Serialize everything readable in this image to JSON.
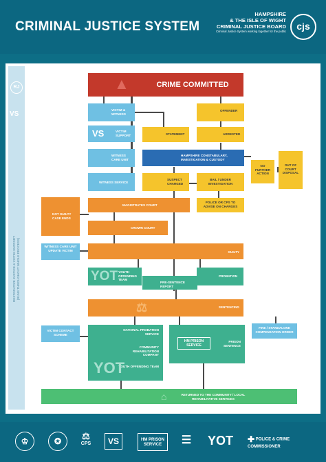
{
  "header": {
    "title": "CRIMINAL JUSTICE SYSTEM",
    "board_line1": "HAMPSHIRE",
    "board_line2": "& THE ISLE OF WIGHT",
    "board_line3": "CRIMINAL JUSTICE BOARD",
    "board_tagline": "Criminal Justice System working together for the public",
    "logo_text": "cjs"
  },
  "sidebar": {
    "rj_label": "RJ",
    "vs_label": "VS",
    "vertical_text_line1": "RESTORATIVE JUSTICE & VICTIM SUPPORT",
    "vertical_text_line2": "(RUNS THROUGHOUT WHOLE PROCESS)"
  },
  "flow": {
    "crime_committed": "CRIME COMMITTED",
    "victim_witness": "VICTIM & WITNESS",
    "offender": "OFFENDER",
    "victim_support": "VICTIM SUPPORT",
    "statement": "STATEMENT",
    "arrested": "ARRESTED",
    "witness_care_unit": "WITNESS CARE UNIT",
    "police": "HAMPSHIRE CONSTABULARY, INVESTIGATION & CUSTODY",
    "no_further_action": "NO FURTHER ACTION",
    "out_of_court_disposal": "OUT OF COURT DISPOSAL",
    "witness_service": "WITNESS SERVICE",
    "suspect_charged": "SUSPECT CHARGED",
    "bail_under_investigation": "BAIL / UNDER INVESTIGATION",
    "magistrates_court": "MAGISTRATES COURT",
    "police_cps_advise": "POLICE OR CPS TO ADVISE ON CHARGES",
    "not_guilty": "NOT GUILTY CASE ENDS",
    "crown_court": "CROWN COURT",
    "witness_care_update": "WITNESS CARE UNIT UPDATE VICTIM",
    "guilty": "GUILTY",
    "yot_text": "YOT",
    "youth_offending_team": "YOUTH OFFENDING TEAM",
    "pre_sentence_report": "PRE-SENTENCE REPORT",
    "probation": "PROBATION",
    "sentencing": "SENTENCING",
    "victim_contact_scheme": "VICTIM CONTACT SCHEME",
    "fine_standalone": "FINE / STANDALONE COMPENSATION ORDER",
    "national_probation": "NATIONAL PROBATION SERVICE",
    "crc": "COMMUNITY REHABILITATION COMPANY",
    "youth_offending_team_2": "YOUTH OFFENDING TEAM",
    "hm_prison_service": "HM PRISON SERVICE",
    "prison_sentence": "PRISON SENTENCE",
    "returned": "RETURNED TO THE COMMUNITY / LOCAL REHABILITATIVE SERVICES"
  },
  "footer": {
    "cps": "CPS",
    "vs": "VS",
    "hm_prison": "HM PRISON SERVICE",
    "yot": "YOT",
    "pcc": "POLICE & CRIME COMMISSIONER"
  }
}
